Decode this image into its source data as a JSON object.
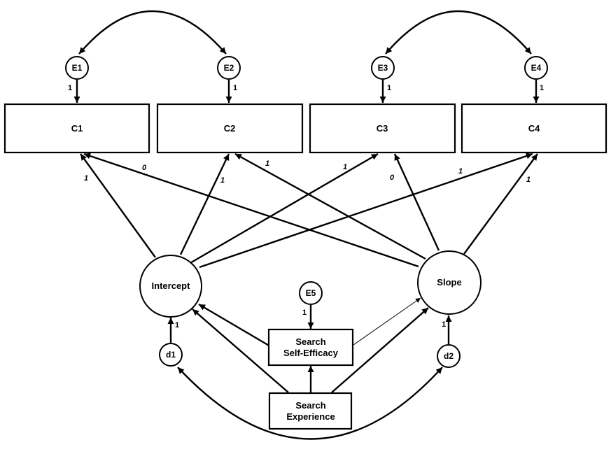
{
  "nodes": {
    "c1": "C1",
    "c2": "C2",
    "c3": "C3",
    "c4": "C4",
    "e1": "E1",
    "e2": "E2",
    "e3": "E3",
    "e4": "E4",
    "e5": "E5",
    "d1": "d1",
    "d2": "d2",
    "intercept": "Intercept",
    "slope": "Slope",
    "search_self_efficacy": [
      "Search",
      "Self-Efficacy"
    ],
    "search_experience": [
      "Search",
      "Experience"
    ]
  },
  "weights": {
    "e1_c1": "1",
    "e2_c2": "1",
    "e3_c3": "1",
    "e4_c4": "1",
    "e5_sse": "1",
    "d1_intercept": "1",
    "d2_slope": "1",
    "intercept_c1": "1",
    "intercept_c2": "1",
    "intercept_c3": "1",
    "intercept_c4": "1",
    "slope_c1": "0",
    "slope_c2": "1",
    "slope_c3": "0",
    "slope_c4": "1"
  }
}
